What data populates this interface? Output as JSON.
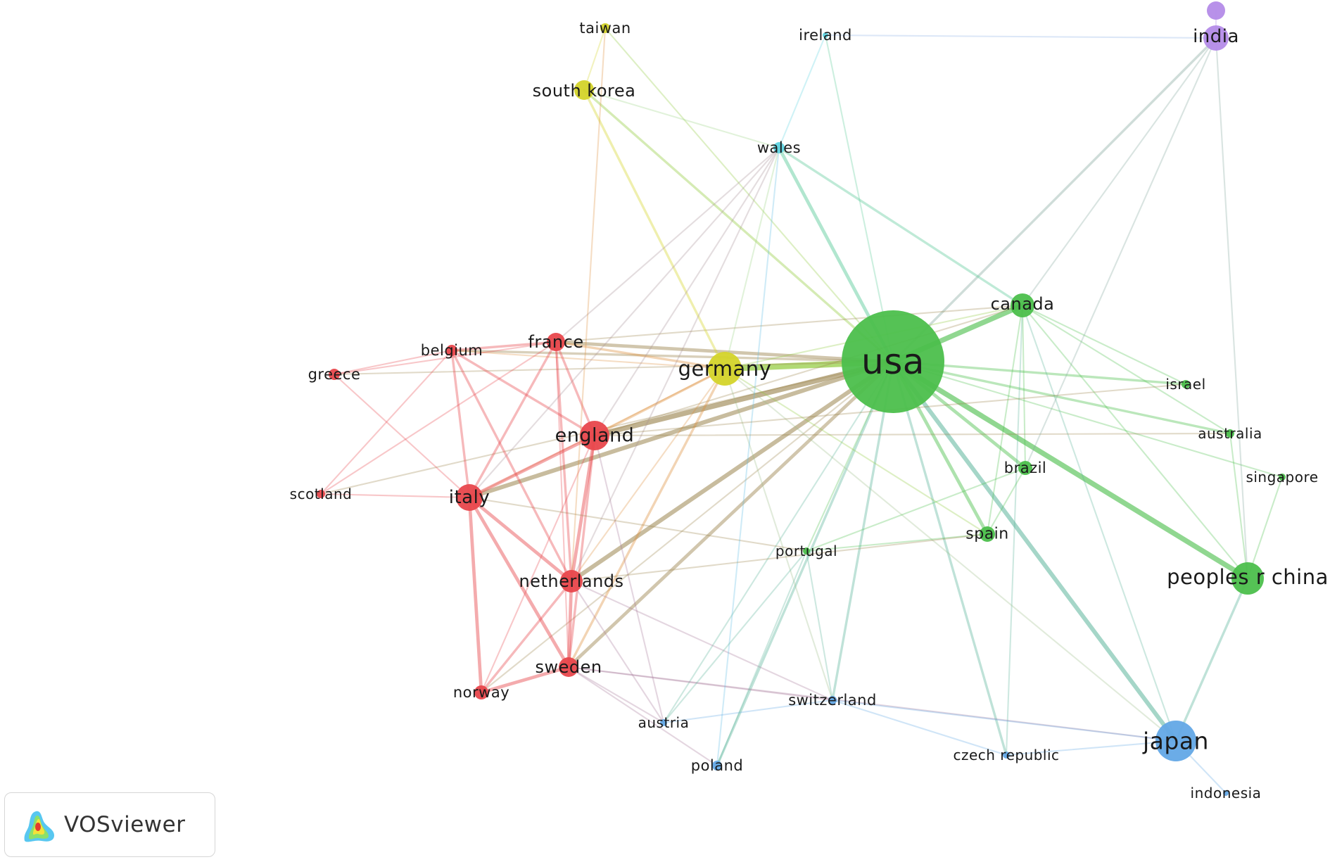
{
  "diagram": {
    "type": "co-authorship network (countries)",
    "clusters": {
      "red": "#e8474c",
      "green": "#4cbf4c",
      "yellow": "#d4d42a",
      "blue": "#63a8e6",
      "cyan": "#5fd3e0",
      "purple": "#b48be8"
    },
    "nodes": [
      {
        "id": "usa",
        "label": "usa",
        "cluster": "green"
      },
      {
        "id": "canada",
        "label": "canada",
        "cluster": "green"
      },
      {
        "id": "israel",
        "label": "israel",
        "cluster": "green"
      },
      {
        "id": "australia",
        "label": "australia",
        "cluster": "green"
      },
      {
        "id": "singapore",
        "label": "singapore",
        "cluster": "green"
      },
      {
        "id": "brazil",
        "label": "brazil",
        "cluster": "green"
      },
      {
        "id": "spain",
        "label": "spain",
        "cluster": "green"
      },
      {
        "id": "peoples_r_china",
        "label": "peoples r china",
        "cluster": "green"
      },
      {
        "id": "japan",
        "label": "japan",
        "cluster": "blue"
      },
      {
        "id": "indonesia",
        "label": "indonesia",
        "cluster": "blue"
      },
      {
        "id": "czech_republic",
        "label": "czech republic",
        "cluster": "blue"
      },
      {
        "id": "switzerland",
        "label": "switzerland",
        "cluster": "blue"
      },
      {
        "id": "poland",
        "label": "poland",
        "cluster": "blue"
      },
      {
        "id": "austria",
        "label": "austria",
        "cluster": "blue"
      },
      {
        "id": "portugal",
        "label": "portugal",
        "cluster": "green"
      },
      {
        "id": "germany",
        "label": "germany",
        "cluster": "yellow"
      },
      {
        "id": "south_korea",
        "label": "south korea",
        "cluster": "yellow"
      },
      {
        "id": "taiwan",
        "label": "taiwan",
        "cluster": "yellow"
      },
      {
        "id": "ireland",
        "label": "ireland",
        "cluster": "cyan"
      },
      {
        "id": "wales",
        "label": "wales",
        "cluster": "cyan"
      },
      {
        "id": "india",
        "label": "india",
        "cluster": "purple"
      },
      {
        "id": "india_small",
        "label": "",
        "cluster": "purple"
      },
      {
        "id": "france",
        "label": "france",
        "cluster": "red"
      },
      {
        "id": "belgium",
        "label": "belgium",
        "cluster": "red"
      },
      {
        "id": "greece",
        "label": "greece",
        "cluster": "red"
      },
      {
        "id": "england",
        "label": "england",
        "cluster": "red"
      },
      {
        "id": "scotland",
        "label": "scotland",
        "cluster": "red"
      },
      {
        "id": "italy",
        "label": "italy",
        "cluster": "red"
      },
      {
        "id": "netherlands",
        "label": "netherlands",
        "cluster": "red"
      },
      {
        "id": "sweden",
        "label": "sweden",
        "cluster": "red"
      },
      {
        "id": "norway",
        "label": "norway",
        "cluster": "red"
      }
    ],
    "links": [
      [
        "usa",
        "canada",
        5
      ],
      [
        "usa",
        "germany",
        6
      ],
      [
        "usa",
        "england",
        5
      ],
      [
        "usa",
        "italy",
        4
      ],
      [
        "usa",
        "france",
        3
      ],
      [
        "usa",
        "netherlands",
        4
      ],
      [
        "usa",
        "sweden",
        3
      ],
      [
        "usa",
        "peoples_r_china",
        5
      ],
      [
        "usa",
        "japan",
        4
      ],
      [
        "usa",
        "spain",
        3
      ],
      [
        "usa",
        "brazil",
        3
      ],
      [
        "usa",
        "israel",
        2
      ],
      [
        "usa",
        "australia",
        2
      ],
      [
        "usa",
        "singapore",
        1
      ],
      [
        "usa",
        "wales",
        3
      ],
      [
        "usa",
        "south_korea",
        2
      ],
      [
        "usa",
        "india",
        2
      ],
      [
        "usa",
        "ireland",
        1
      ],
      [
        "usa",
        "switzerland",
        2
      ],
      [
        "usa",
        "poland",
        2
      ],
      [
        "usa",
        "austria",
        1
      ],
      [
        "usa",
        "czech_republic",
        2
      ],
      [
        "usa",
        "belgium",
        2
      ],
      [
        "usa",
        "portugal",
        1
      ],
      [
        "usa",
        "norway",
        1
      ],
      [
        "usa",
        "greece",
        1
      ],
      [
        "usa",
        "scotland",
        1
      ],
      [
        "usa",
        "taiwan",
        1
      ],
      [
        "canada",
        "wales",
        2
      ],
      [
        "canada",
        "israel",
        1
      ],
      [
        "canada",
        "australia",
        1
      ],
      [
        "canada",
        "brazil",
        1
      ],
      [
        "canada",
        "spain",
        1
      ],
      [
        "canada",
        "japan",
        1
      ],
      [
        "canada",
        "england",
        1
      ],
      [
        "canada",
        "germany",
        1
      ],
      [
        "canada",
        "india",
        1
      ],
      [
        "canada",
        "peoples_r_china",
        1
      ],
      [
        "canada",
        "france",
        1
      ],
      [
        "canada",
        "czech_republic",
        1
      ],
      [
        "germany",
        "england",
        2
      ],
      [
        "germany",
        "france",
        2
      ],
      [
        "germany",
        "south_korea",
        2
      ],
      [
        "germany",
        "italy",
        1
      ],
      [
        "germany",
        "netherlands",
        1
      ],
      [
        "germany",
        "sweden",
        2
      ],
      [
        "germany",
        "belgium",
        1
      ],
      [
        "germany",
        "wales",
        1
      ],
      [
        "germany",
        "spain",
        1
      ],
      [
        "germany",
        "switzerland",
        1
      ],
      [
        "germany",
        "japan",
        1
      ],
      [
        "england",
        "france",
        2
      ],
      [
        "england",
        "italy",
        3
      ],
      [
        "england",
        "netherlands",
        3
      ],
      [
        "england",
        "sweden",
        2
      ],
      [
        "england",
        "belgium",
        2
      ],
      [
        "england",
        "norway",
        1
      ],
      [
        "england",
        "wales",
        1
      ],
      [
        "england",
        "austria",
        1
      ],
      [
        "italy",
        "france",
        2
      ],
      [
        "italy",
        "belgium",
        2
      ],
      [
        "italy",
        "netherlands",
        3
      ],
      [
        "italy",
        "sweden",
        3
      ],
      [
        "italy",
        "norway",
        3
      ],
      [
        "italy",
        "scotland",
        1
      ],
      [
        "italy",
        "greece",
        1
      ],
      [
        "italy",
        "portugal",
        1
      ],
      [
        "netherlands",
        "sweden",
        3
      ],
      [
        "netherlands",
        "norway",
        2
      ],
      [
        "netherlands",
        "france",
        2
      ],
      [
        "netherlands",
        "belgium",
        2
      ],
      [
        "netherlands",
        "wales",
        1
      ],
      [
        "netherlands",
        "switzerland",
        1
      ],
      [
        "netherlands",
        "austria",
        1
      ],
      [
        "sweden",
        "norway",
        3
      ],
      [
        "sweden",
        "france",
        1
      ],
      [
        "sweden",
        "switzerland",
        1
      ],
      [
        "sweden",
        "poland",
        1
      ],
      [
        "sweden",
        "austria",
        1
      ],
      [
        "sweden",
        "japan",
        1
      ],
      [
        "france",
        "belgium",
        2
      ],
      [
        "france",
        "greece",
        1
      ],
      [
        "france",
        "scotland",
        1
      ],
      [
        "france",
        "wales",
        1
      ],
      [
        "belgium",
        "greece",
        1
      ],
      [
        "belgium",
        "scotland",
        1
      ],
      [
        "wales",
        "ireland",
        1
      ],
      [
        "wales",
        "south_korea",
        1
      ],
      [
        "wales",
        "poland",
        1
      ],
      [
        "wales",
        "italy",
        1
      ],
      [
        "south_korea",
        "taiwan",
        1
      ],
      [
        "taiwan",
        "netherlands",
        1
      ],
      [
        "japan",
        "peoples_r_china",
        2
      ],
      [
        "japan",
        "indonesia",
        1
      ],
      [
        "japan",
        "czech_republic",
        1
      ],
      [
        "japan",
        "switzerland",
        1
      ],
      [
        "peoples_r_china",
        "singapore",
        1
      ],
      [
        "peoples_r_china",
        "australia",
        1
      ],
      [
        "peoples_r_china",
        "india",
        1
      ],
      [
        "spain",
        "brazil",
        1
      ],
      [
        "spain",
        "portugal",
        1
      ],
      [
        "spain",
        "netherlands",
        1
      ],
      [
        "brazil",
        "portugal",
        1
      ],
      [
        "israel",
        "england",
        1
      ],
      [
        "australia",
        "england",
        1
      ],
      [
        "switzerland",
        "austria",
        1
      ],
      [
        "switzerland",
        "czech_republic",
        1
      ],
      [
        "switzerland",
        "portugal",
        1
      ],
      [
        "poland",
        "portugal",
        1
      ],
      [
        "austria",
        "portugal",
        1
      ],
      [
        "ireland",
        "india",
        1
      ],
      [
        "india_small",
        "india",
        1
      ],
      [
        "india",
        "brazil",
        1
      ]
    ]
  },
  "brand": {
    "name": "VOSviewer",
    "logo_icon": "vosviewer-heatmap-logo-icon"
  }
}
